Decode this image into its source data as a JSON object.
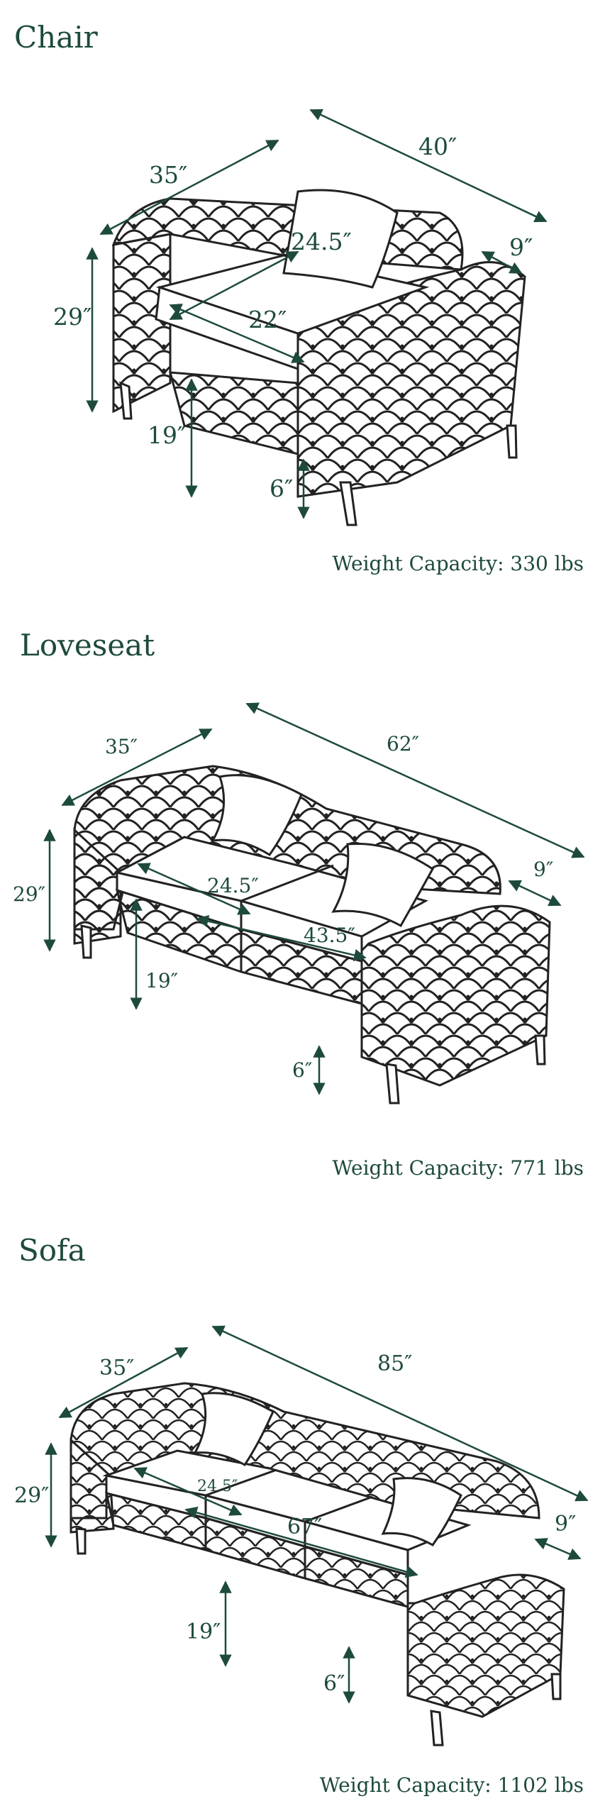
{
  "sections": [
    {
      "title": "Chair",
      "dimensions": {
        "depth": "35″",
        "width": "40″",
        "seat_depth": "24.5″",
        "arm_width": "9″",
        "height": "29″",
        "seat_width": "22″",
        "seat_height": "19″",
        "leg_height": "6″"
      },
      "weight": "Weight Capacity: 330 lbs"
    },
    {
      "title": "Loveseat",
      "dimensions": {
        "depth": "35″",
        "width": "62″",
        "arm_width": "9″",
        "height": "29″",
        "seat_depth": "24.5″",
        "seat_width": "43.5″",
        "seat_height": "19″",
        "leg_height": "6″"
      },
      "weight": "Weight Capacity: 771 lbs"
    },
    {
      "title": "Sofa",
      "dimensions": {
        "depth": "35″",
        "width": "85″",
        "height": "29″",
        "seat_depth": "24.5″",
        "seat_width": "67″",
        "arm_width": "9″",
        "seat_height": "19″",
        "leg_height": "6″"
      },
      "weight": "Weight Capacity: 1102 lbs"
    }
  ],
  "colors": {
    "dimension": "#1e4a3e",
    "outline": "#222222"
  }
}
